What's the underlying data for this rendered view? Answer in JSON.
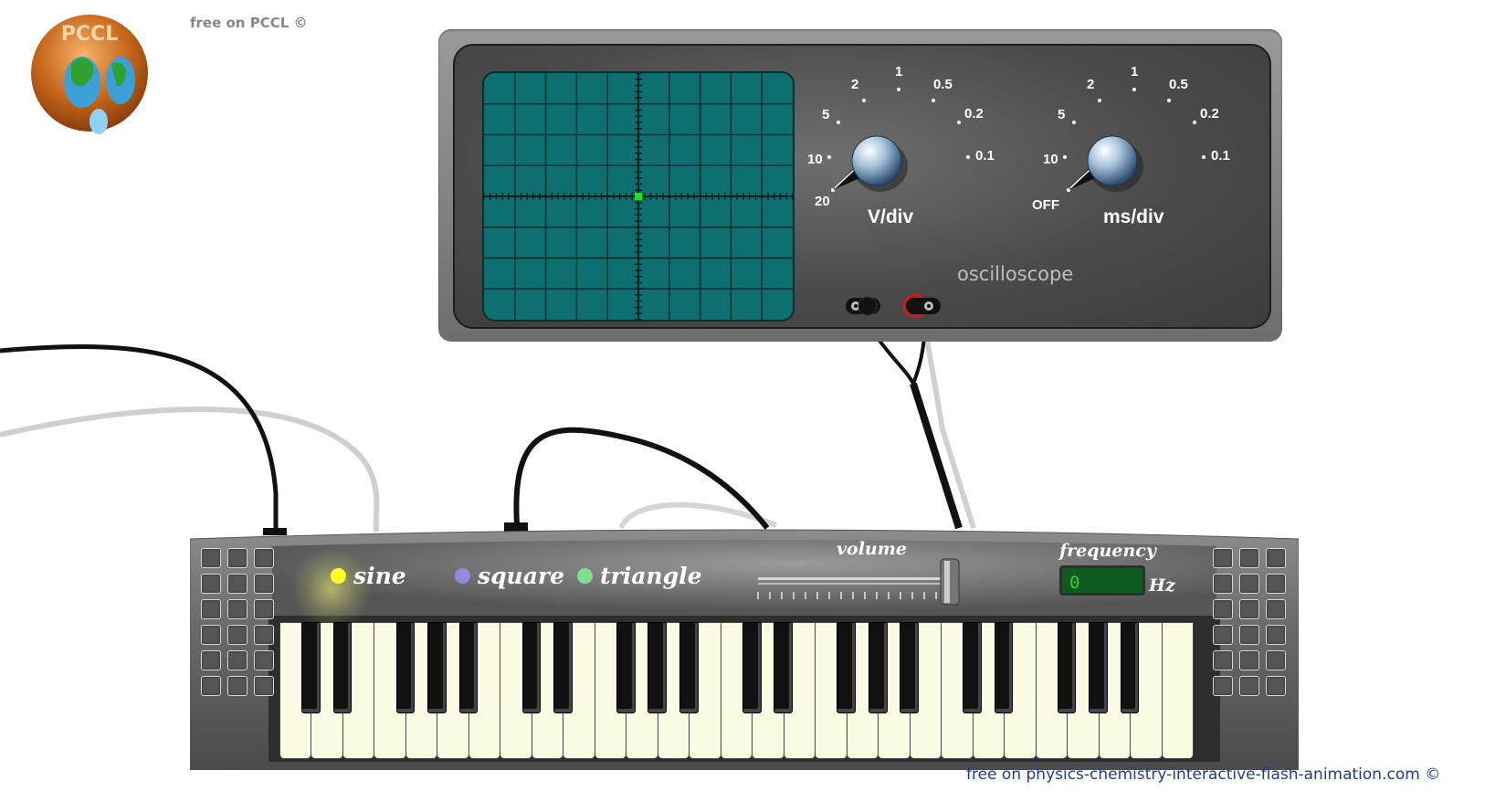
{
  "credits": {
    "top": "free on PCCL ©",
    "bottom": "free on physics-chemistry-interactive-flash-animation.com ©"
  },
  "logo": {
    "letters": "PCCL",
    "icon": "globe-logo-icon"
  },
  "oscilloscope": {
    "name": "oscilloscope",
    "voltage_dial": {
      "unit": "V/div",
      "scale": [
        "20",
        "10",
        "5",
        "2",
        "1",
        "0.5",
        "0.2",
        "0.1"
      ],
      "selected": "20"
    },
    "time_dial": {
      "unit": "ms/div",
      "scale": [
        "OFF",
        "10",
        "5",
        "2",
        "1",
        "0.5",
        "0.2",
        "0.1"
      ],
      "selected": "OFF"
    },
    "jacks": [
      {
        "name": "black-jack-icon",
        "color": "#111111"
      },
      {
        "name": "red-jack-icon",
        "color": "#cc1a1a"
      }
    ],
    "screen_color": "#0d6f6f",
    "trace_dot_color": "#19e619"
  },
  "keyboard": {
    "waveforms": [
      {
        "label": "sine",
        "color": "#ffff22",
        "active": true
      },
      {
        "label": "square",
        "color": "#8d8de0",
        "active": false
      },
      {
        "label": "triangle",
        "color": "#7ee08c",
        "active": false
      }
    ],
    "volume": {
      "label": "volume",
      "level": 1.0
    },
    "frequency": {
      "label": "frequency",
      "value": "0",
      "unit": "Hz"
    },
    "white_key_count": 29
  }
}
